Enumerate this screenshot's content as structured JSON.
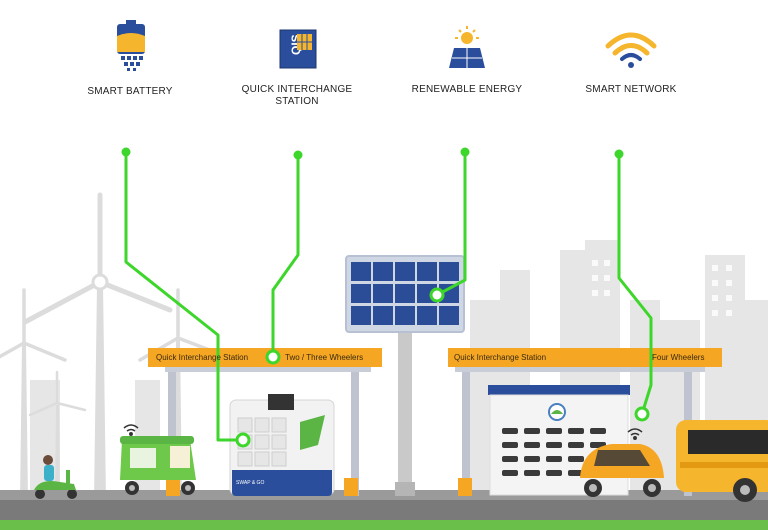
{
  "features": [
    {
      "id": "smart-battery",
      "label": "SMART BATTERY",
      "icon": "battery-icon"
    },
    {
      "id": "quick-interchange-station",
      "label": "QUICK INTERCHANGE STATION",
      "label_line1": "QUICK INTERCHANGE",
      "label_line2": "STATION",
      "icon": "qis-station-icon"
    },
    {
      "id": "renewable-energy",
      "label": "RENEWABLE ENERGY",
      "icon": "solar-panel-icon"
    },
    {
      "id": "smart-network",
      "label": "SMART NETWORK",
      "icon": "wifi-icon"
    }
  ],
  "scene": {
    "station_left": {
      "sign_left": "Quick Interchange Station",
      "sign_right": "Two / Three Wheelers",
      "kiosk_label": "SWAP & GO"
    },
    "station_right": {
      "sign_left": "Quick Interchange Station",
      "sign_right": "Four Wheelers"
    }
  },
  "colors": {
    "connector": "#3dd62a",
    "sign": "#f5a623",
    "battery_blue": "#2a4e9c",
    "solar_yellow": "#f5b52c",
    "road": "#7a7a7a",
    "grass": "#6abf4b"
  }
}
